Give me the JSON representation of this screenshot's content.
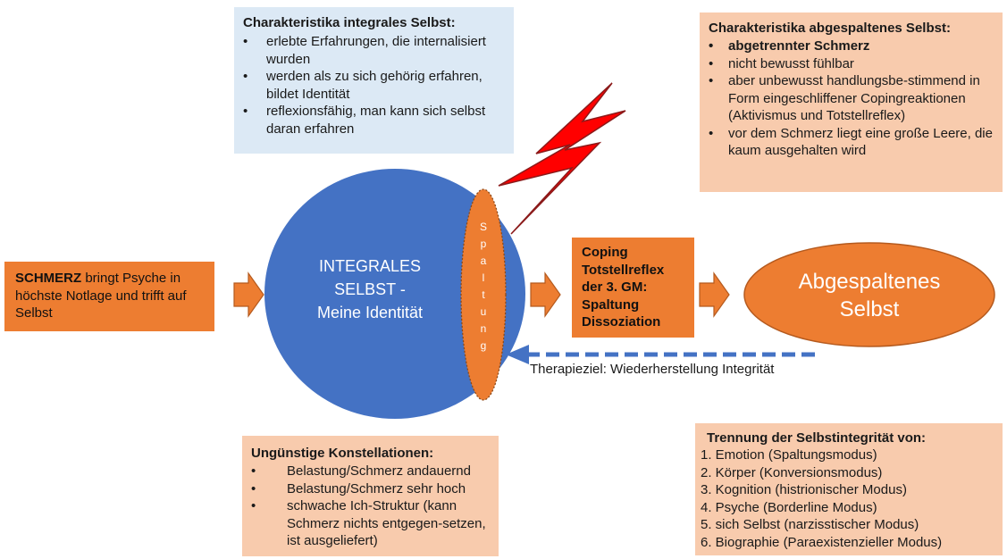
{
  "colors": {
    "blue_circle": "#4472c4",
    "orange": "#ed7d31",
    "peach": "#f8cbad",
    "light_blue": "#dce9f5",
    "lightning": "#ff0000",
    "dashed_arrow": "#4472c4"
  },
  "integral_box": {
    "title": "Charakteristika integrales Selbst:",
    "items": [
      "erlebte Erfahrungen, die internalisiert wurden",
      "werden als zu sich gehörig erfahren, bildet Identität",
      "reflexionsfähig, man kann sich selbst daran erfahren"
    ]
  },
  "split_box": {
    "title": "Charakteristika abgespaltenes Selbst:",
    "items": [
      "abgetrennter Schmerz",
      "nicht bewusst fühlbar",
      "aber unbewusst handlungsbe-stimmend in Form eingeschliffener Copingreaktionen (Aktivismus und Totstellreflex)",
      "vor dem Schmerz liegt eine große Leere, die kaum ausgehalten wird"
    ]
  },
  "pain_box": {
    "bold": "SCHMERZ",
    "text": " bringt Psyche in höchste Notlage und trifft auf Selbst"
  },
  "circle": {
    "line1": "INTEGRALES",
    "line2": "SELBST -",
    "line3": "Meine Identität"
  },
  "split_letters": [
    "S",
    "p",
    "a",
    "l",
    "t",
    "u",
    "n",
    "g"
  ],
  "coping_box": {
    "lines": [
      "Coping",
      "Totstellreflex",
      "der 3. GM:",
      "Spaltung",
      "Dissoziation"
    ]
  },
  "abgespalten": {
    "line1": "Abgespaltenes",
    "line2": "Selbst"
  },
  "therapy_label": "Therapieziel: Wiederherstellung Integrität",
  "constellations_box": {
    "title": "Ungünstige Konstellationen:",
    "items": [
      "Belastung/Schmerz andauernd",
      "Belastung/Schmerz sehr hoch",
      "schwache Ich-Struktur (kann Schmerz nichts entgegen-setzen, ist ausgeliefert)"
    ]
  },
  "separation_box": {
    "title": "Trennung der Selbstintegrität von:",
    "items": [
      "1. Emotion (Spaltungsmodus)",
      "2. Körper (Konversionsmodus)",
      "3. Kognition (histrionischer Modus)",
      "4. Psyche (Borderline Modus)",
      "5. sich Selbst (narzisstischer Modus)",
      "6. Biographie (Paraexistenzieller Modus)"
    ]
  }
}
